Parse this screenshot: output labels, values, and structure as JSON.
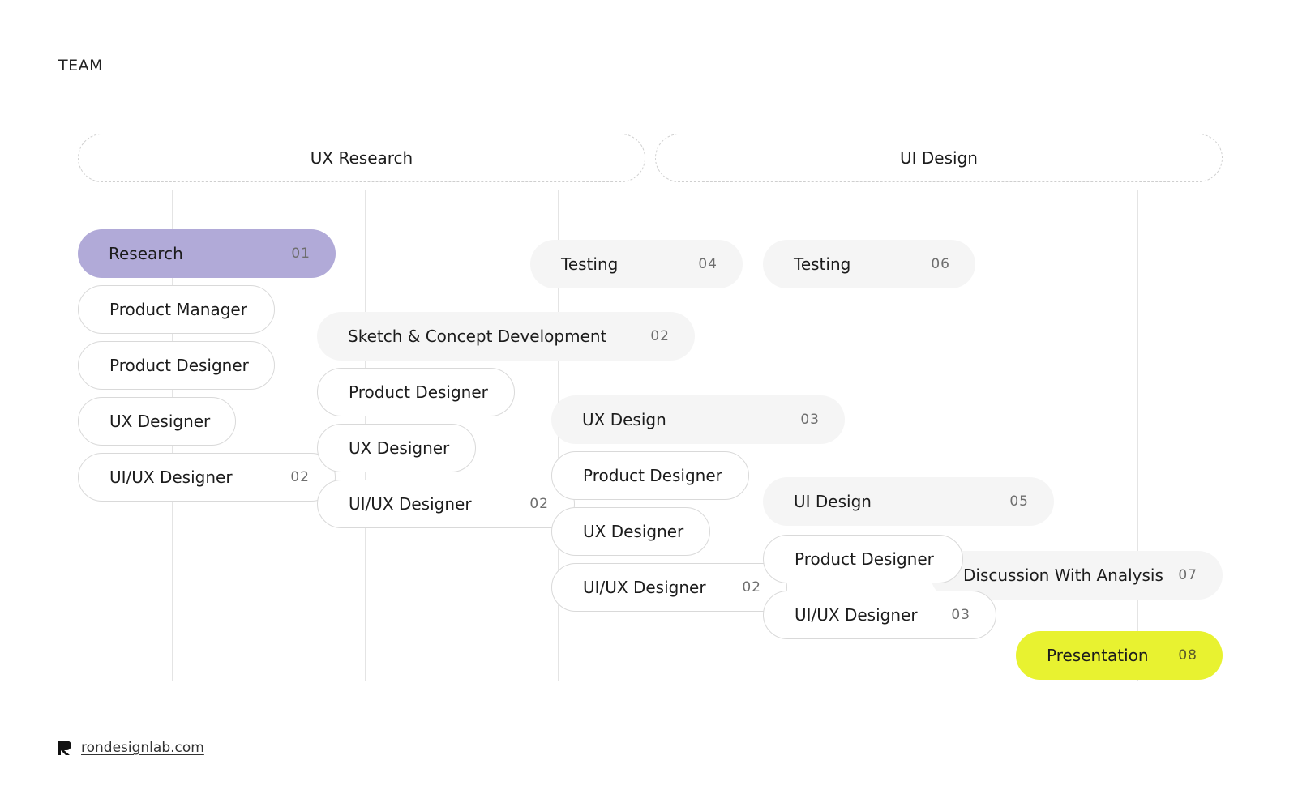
{
  "title": "TEAM",
  "phases": {
    "ux_research": "UX Research",
    "ui_design": "UI Design"
  },
  "research": {
    "label": "Research",
    "num": "01"
  },
  "col1_roles": {
    "product_manager": "Product Manager",
    "product_designer": "Product Designer",
    "ux_designer": "UX Designer",
    "uiux_designer": "UI/UX Designer",
    "uiux_num": "02"
  },
  "sketch": {
    "label": "Sketch & Concept Development",
    "num": "02"
  },
  "col2_roles": {
    "product_designer": "Product Designer",
    "ux_designer": "UX Designer",
    "uiux_designer": "UI/UX Designer",
    "uiux_num": "02"
  },
  "testing1": {
    "label": "Testing",
    "num": "04"
  },
  "ux_design": {
    "label": "UX Design",
    "num": "03"
  },
  "col3_roles": {
    "product_designer": "Product Designer",
    "ux_designer": "UX Designer",
    "uiux_designer": "UI/UX Designer",
    "uiux_num": "02"
  },
  "testing2": {
    "label": "Testing",
    "num": "06"
  },
  "ui_design": {
    "label": "UI Design",
    "num": "05"
  },
  "col4_roles": {
    "product_designer": "Product Designer",
    "uiux_designer": "UI/UX Designer",
    "uiux_num": "03"
  },
  "discussion": {
    "label": "Discussion With Analysis",
    "num": "07"
  },
  "presentation": {
    "label": "Presentation",
    "num": "08"
  },
  "footer": {
    "site": "rondesignlab.com"
  },
  "colors": {
    "research": "#b1aad8",
    "presentation": "#e8f230",
    "task": "#f5f5f5"
  }
}
